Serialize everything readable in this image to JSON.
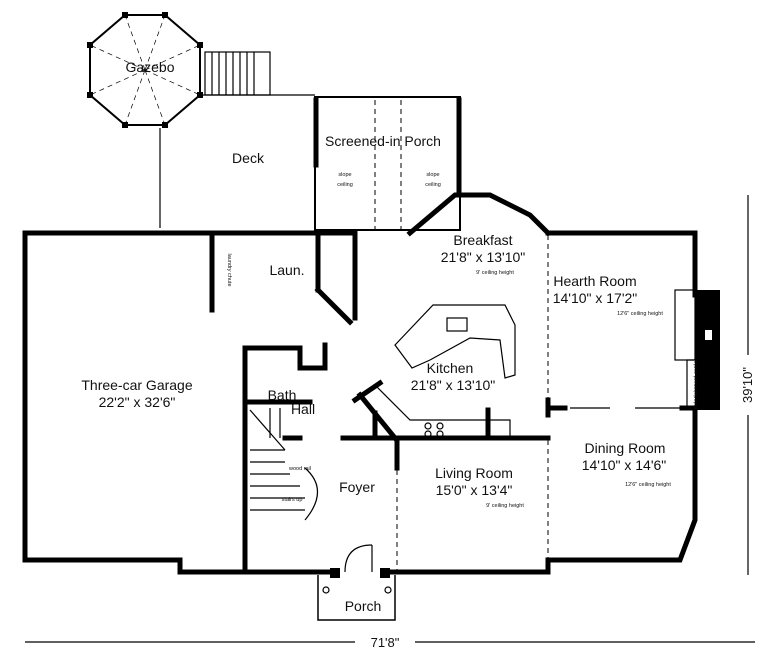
{
  "plan": {
    "overall_width": "71'8\"",
    "overall_depth": "39'10\"",
    "rooms": {
      "gazebo": {
        "name": "Gazebo"
      },
      "deck": {
        "name": "Deck"
      },
      "screened_porch": {
        "name": "Screened-in Porch",
        "note_left_1": "slope",
        "note_left_2": "ceiling",
        "note_right_1": "slope",
        "note_right_2": "ceiling"
      },
      "breakfast": {
        "name": "Breakfast",
        "size": "21'8\" x 13'10\"",
        "ceiling": "9' ceiling height"
      },
      "hearth": {
        "name": "Hearth Room",
        "size": "14'10\" x 17'2\"",
        "ceiling": "12'6\" ceiling height"
      },
      "laundry": {
        "name": "Laun.",
        "chute": "laundry chute"
      },
      "kitchen": {
        "name": "Kitchen",
        "size": "21'8\" x 13'10\""
      },
      "garage": {
        "name": "Three-car Garage",
        "size": "22'2\" x 32'6\""
      },
      "bath": {
        "name": "Bath"
      },
      "hall": {
        "name": "Hall"
      },
      "dining": {
        "name": "Dining Room",
        "size": "14'10\" x 14'6\"",
        "ceiling": "12'6\" ceiling height"
      },
      "foyer": {
        "name": "Foyer",
        "rail": "wood rail",
        "stairs": "stairs up"
      },
      "living": {
        "name": "Living Room",
        "size": "15'0\" x 13'4\"",
        "ceiling": "9' ceiling height"
      },
      "entertainment": {
        "name": "entertainment center"
      },
      "porch": {
        "name": "Porch"
      }
    }
  }
}
